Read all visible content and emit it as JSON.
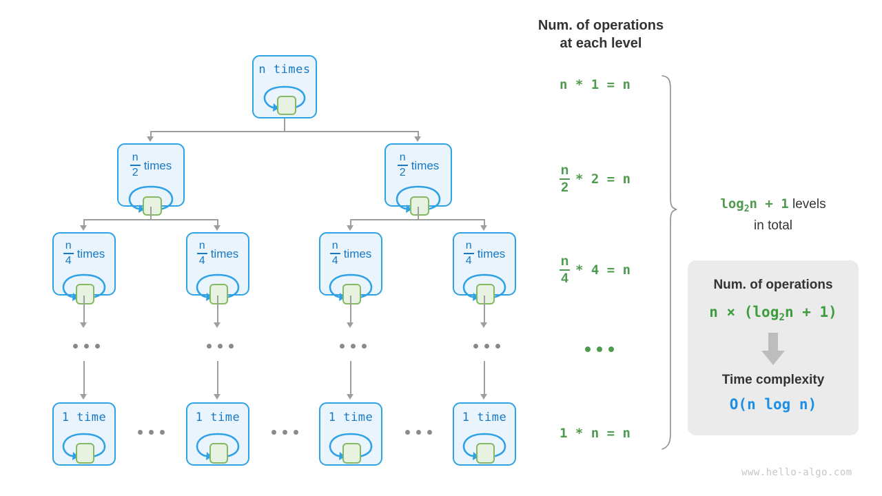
{
  "tree": {
    "levels": [
      {
        "level": 1,
        "nodes": [
          {
            "label_text": "n times",
            "label_kind": "mono",
            "frac_num": "",
            "frac_den": "",
            "suffix": ""
          }
        ]
      },
      {
        "level": 2,
        "nodes": [
          {
            "label_text": "",
            "label_kind": "frac",
            "frac_num": "n",
            "frac_den": "2",
            "suffix": "times"
          },
          {
            "label_text": "",
            "label_kind": "frac",
            "frac_num": "n",
            "frac_den": "2",
            "suffix": "times"
          }
        ]
      },
      {
        "level": 3,
        "nodes": [
          {
            "label_text": "",
            "label_kind": "frac",
            "frac_num": "n",
            "frac_den": "4",
            "suffix": "times"
          },
          {
            "label_text": "",
            "label_kind": "frac",
            "frac_num": "n",
            "frac_den": "4",
            "suffix": "times"
          },
          {
            "label_text": "",
            "label_kind": "frac",
            "frac_num": "n",
            "frac_den": "4",
            "suffix": "times"
          },
          {
            "label_text": "",
            "label_kind": "frac",
            "frac_num": "n",
            "frac_den": "4",
            "suffix": "times"
          }
        ]
      },
      {
        "level": 4,
        "nodes": [
          {
            "label_text": "1 time",
            "label_kind": "mono",
            "frac_num": "",
            "frac_den": "",
            "suffix": ""
          },
          {
            "label_text": "1 time",
            "label_kind": "mono",
            "frac_num": "",
            "frac_den": "",
            "suffix": ""
          },
          {
            "label_text": "1 time",
            "label_kind": "mono",
            "frac_num": "",
            "frac_den": "",
            "suffix": ""
          },
          {
            "label_text": "1 time",
            "label_kind": "mono",
            "frac_num": "",
            "frac_den": "",
            "suffix": ""
          }
        ]
      }
    ],
    "vertical_ellipsis_label": "...",
    "horizontal_ellipsis_label": "..."
  },
  "operations_column": {
    "heading": "Num. of operations\nat each level",
    "rows": [
      {
        "kind": "plain",
        "text": "n * 1 = n"
      },
      {
        "kind": "frac",
        "num": "n",
        "den": "2",
        "tail": "* 2 = n"
      },
      {
        "kind": "frac",
        "num": "n",
        "den": "4",
        "tail": "* 4 = n"
      },
      {
        "kind": "dots",
        "text": "..."
      },
      {
        "kind": "plain",
        "text": "1 * n = n"
      }
    ]
  },
  "levels_note": {
    "formula_prefix": "log",
    "formula_sub": "2",
    "formula_rest": "n + 1",
    "trailing": " levels",
    "second_line": "in total"
  },
  "result_card": {
    "ops_title": "Num. of operations",
    "ops_formula_prefix": "n × (log",
    "ops_formula_sub": "2",
    "ops_formula_rest": "n + 1)",
    "arrow_glyph": "⬇",
    "complexity_title": "Time complexity",
    "complexity_value": "O(n log n)"
  },
  "watermark": "www.hello-algo.com",
  "colors": {
    "node_fill": "#e9f4fd",
    "node_border": "#2fa1e5",
    "node_text": "#1678c2",
    "inner_box_fill": "#e8f2e0",
    "inner_box_border": "#85b862",
    "connector": "#9e9e9e",
    "green": "#4e9a4e",
    "blue": "#1a8fe3",
    "card_bg": "#ebebeb",
    "heading": "#333333"
  }
}
